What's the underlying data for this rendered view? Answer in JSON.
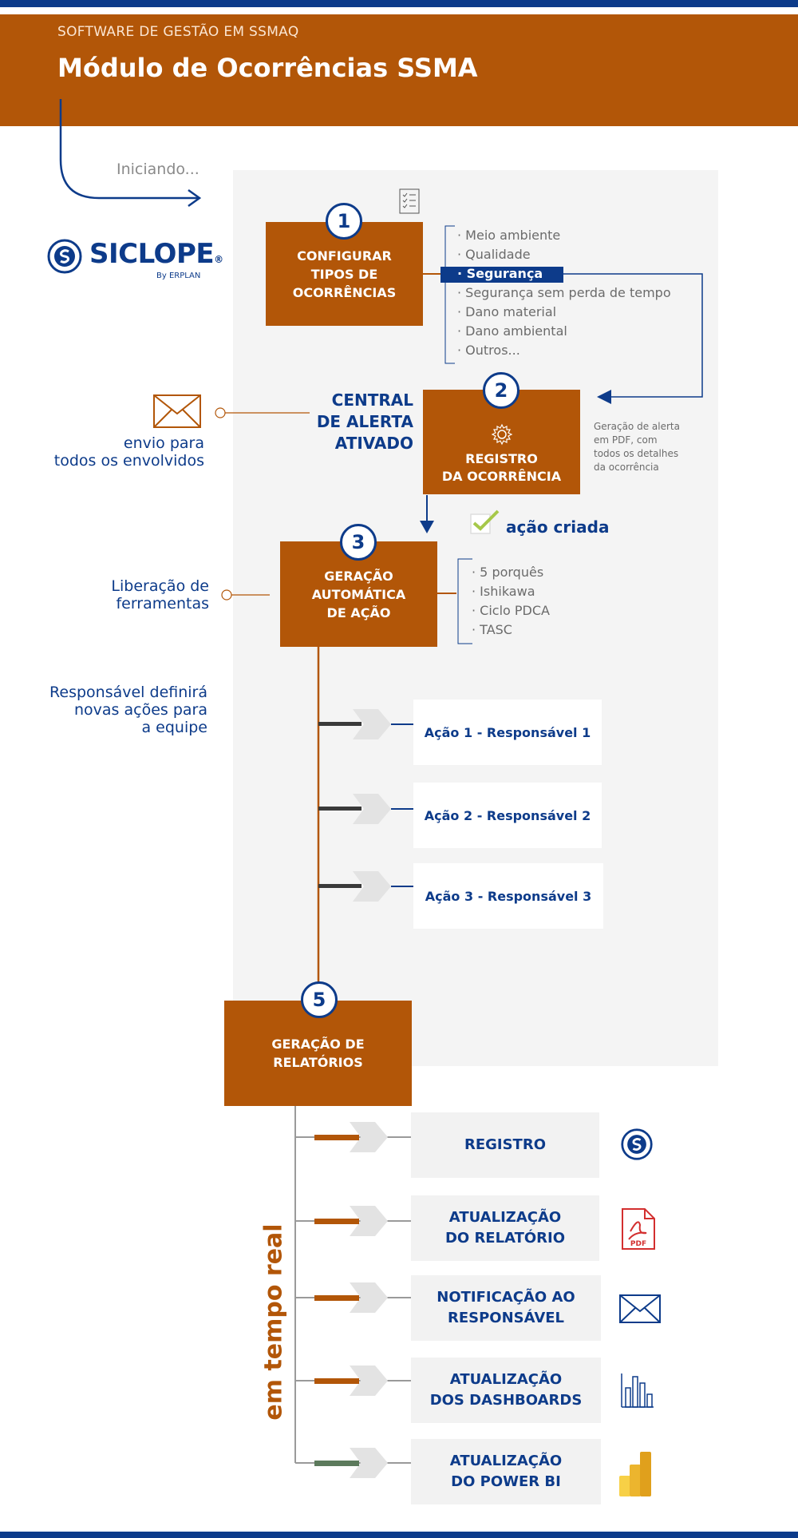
{
  "header": {
    "subtitle": "SOFTWARE DE GESTÃO EM SSMAQ",
    "title": "Módulo de Ocorrências SSMA"
  },
  "intro": {
    "starting_text": "Iniciando..."
  },
  "logo": {
    "name": "SICLOPE",
    "registered": "®",
    "by": "By ERPLAN"
  },
  "step1": {
    "number": "1",
    "lines": [
      "CONFIGURAR",
      "TIPOS DE",
      "OCORRÊNCIAS"
    ],
    "types": [
      "· Meio ambiente",
      "· Qualidade",
      "· Segurança",
      "· Segurança sem perda de tempo",
      "· Dano material",
      "· Dano ambiental",
      "· Outros..."
    ],
    "selected_index": 2
  },
  "step2": {
    "number": "2",
    "lines": [
      "REGISTRO",
      "DA OCORRÊNCIA"
    ],
    "alert_lines": [
      "CENTRAL",
      "DE ALERTA",
      "ATIVADO"
    ],
    "notify_lines": [
      "envio para",
      "todos os envolvidos"
    ],
    "pdf_note_lines": [
      "Geração de alerta",
      "em PDF, com",
      "todos os detalhes",
      "da ocorrência"
    ]
  },
  "action_created": "ação criada",
  "step3": {
    "number": "3",
    "lines": [
      "GERAÇÃO",
      "AUTOMÁTICA",
      "DE AÇÃO"
    ],
    "tools_label_lines": [
      "Liberação de",
      "ferramentas"
    ],
    "tools": [
      "· 5 porquês",
      "· Ishikawa",
      "· Ciclo PDCA",
      "· TASC"
    ]
  },
  "responsible_note_lines": [
    "Responsável definirá",
    "novas ações para",
    "a equipe"
  ],
  "actions": [
    "Ação 1 - Responsável 1",
    "Ação 2 - Responsável 2",
    "Ação 3 - Responsável 3"
  ],
  "step5": {
    "number": "5",
    "lines": [
      "GERAÇÃO DE",
      "RELATÓRIOS"
    ]
  },
  "realtime_label": "em tempo real",
  "reports": [
    {
      "lines": [
        "REGISTRO"
      ],
      "icon": "siclope-logo-icon",
      "bar_color": "#b25608"
    },
    {
      "lines": [
        "ATUALIZAÇÃO",
        "DO RELATÓRIO"
      ],
      "icon": "pdf-icon",
      "bar_color": "#b25608"
    },
    {
      "lines": [
        "NOTIFICAÇÃO AO",
        "RESPONSÁVEL"
      ],
      "icon": "envelope-icon",
      "bar_color": "#b25608"
    },
    {
      "lines": [
        "ATUALIZAÇÃO",
        "DOS DASHBOARDS"
      ],
      "icon": "bar-chart-icon",
      "bar_color": "#b25608"
    },
    {
      "lines": [
        "ATUALIZAÇÃO",
        "DO POWER BI"
      ],
      "icon": "power-bi-icon",
      "bar_color": "#5c7a5c"
    }
  ],
  "pdf_icon_label": "PDF",
  "colors": {
    "brand_orange": "#b25608",
    "brand_blue": "#0d3b8a",
    "panel_gray": "#f4f4f4"
  }
}
